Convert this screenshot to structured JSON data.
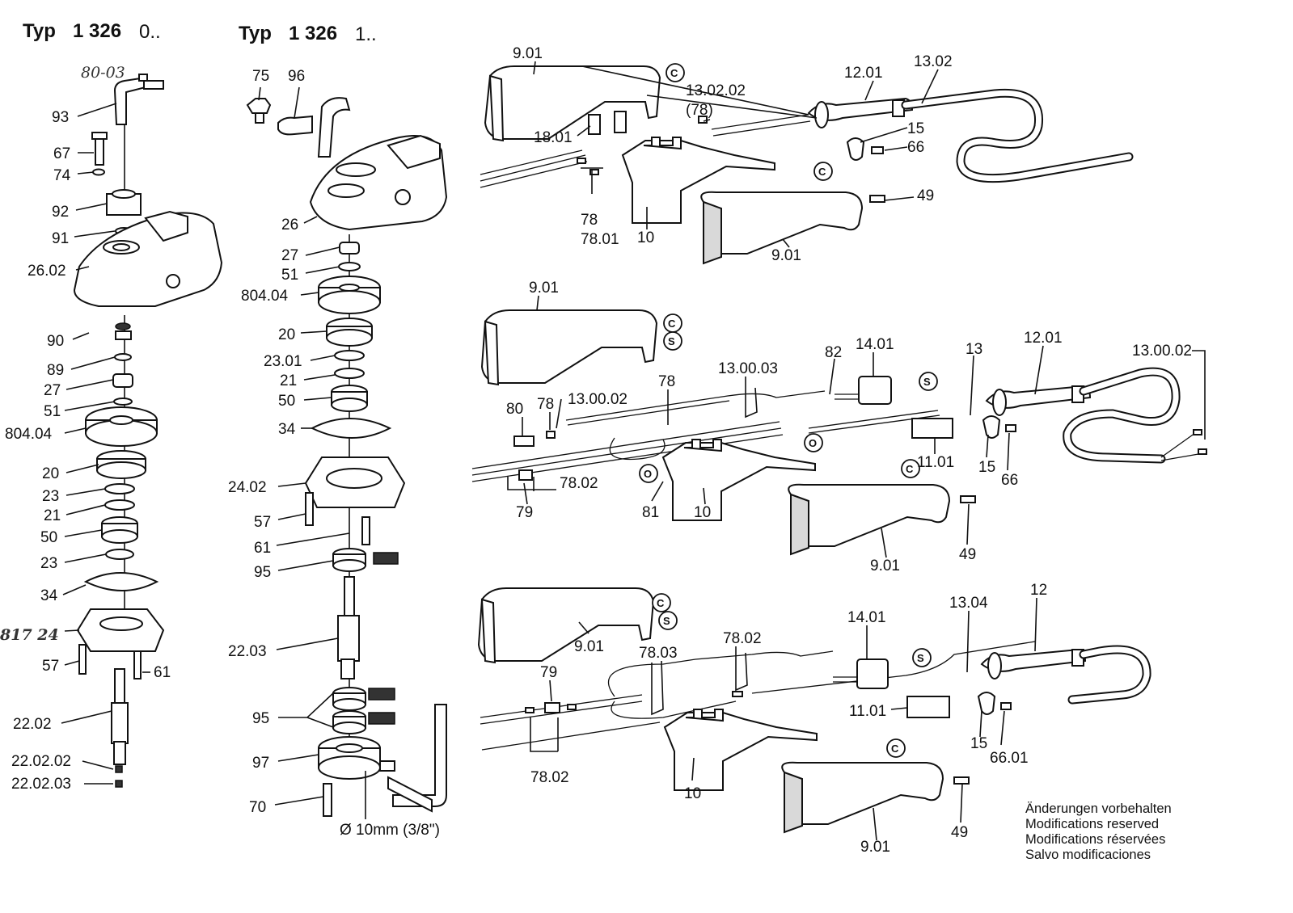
{
  "headers": {
    "left": {
      "typ": "Typ",
      "num": "1 326",
      "suffix": "0.."
    },
    "middle": {
      "typ": "Typ",
      "num": "1 326",
      "suffix": "1.."
    }
  },
  "handwritten": {
    "top": "80-03",
    "side": "817 24"
  },
  "labels": {
    "c1": [
      "93",
      "67",
      "74",
      "92",
      "91",
      "26.02",
      "90",
      "89",
      "27",
      "51",
      "804.04",
      "20",
      "23",
      "21",
      "50",
      "23",
      "34",
      "57",
      "61",
      "22.02",
      "22.02.02",
      "22.02.03"
    ],
    "c2": [
      "75",
      "96",
      "26",
      "27",
      "51",
      "804.04",
      "20",
      "23.01",
      "21",
      "50",
      "34",
      "24.02",
      "57",
      "61",
      "95",
      "22.03",
      "95",
      "97",
      "70",
      "Ø 10mm (3/8\")"
    ],
    "s1": [
      "9.01",
      "18.01",
      "13.02.02",
      "(78)",
      "12.01",
      "13.02",
      "15",
      "66",
      "49",
      "78",
      "78.01",
      "10",
      "9.01"
    ],
    "s2": [
      "9.01",
      "80",
      "78",
      "13.00.02",
      "78",
      "13.00.03",
      "82",
      "14.01",
      "13",
      "12.01",
      "13.00.02",
      "11.01",
      "15",
      "66",
      "78.02",
      "79",
      "81",
      "10",
      "49",
      "9.01"
    ],
    "s3": [
      "9.01",
      "79",
      "78.03",
      "78.02",
      "14.01",
      "13.04",
      "12",
      "11.01",
      "15",
      "66.01",
      "78.02",
      "10",
      "49",
      "9.01"
    ]
  },
  "circle_marks": {
    "c": "C",
    "s": "S",
    "o": "O"
  },
  "notes": [
    "Änderungen vorbehalten",
    "Modifications reserved",
    "Modifications réservées",
    "Salvo modificaciones"
  ]
}
